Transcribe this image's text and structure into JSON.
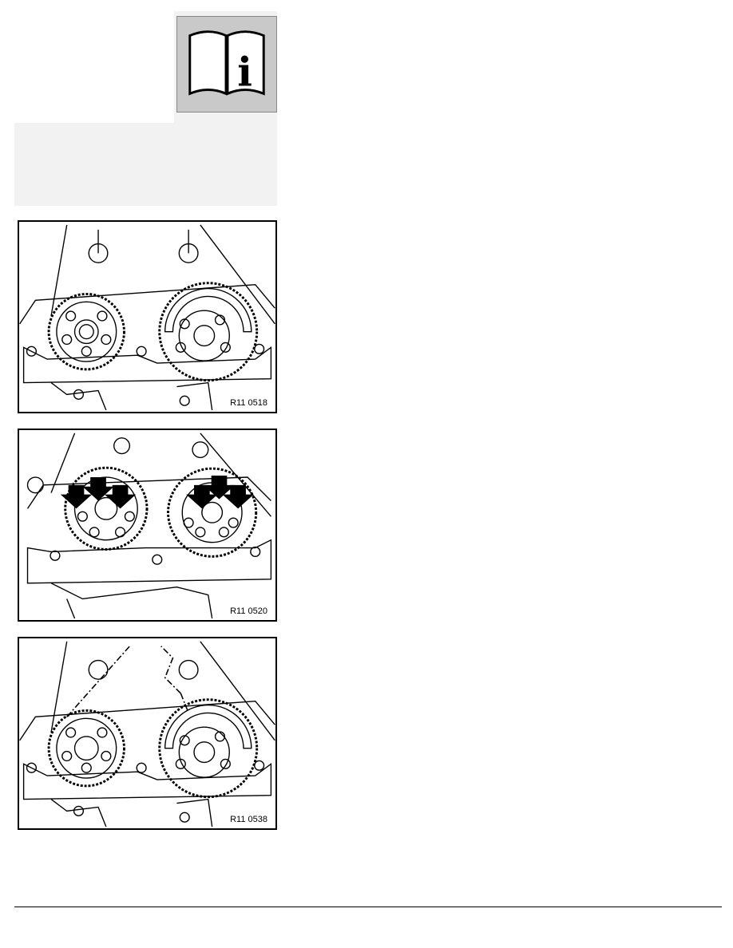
{
  "info_icon": {
    "name": "info-book-icon",
    "glyph": "i"
  },
  "figures": [
    {
      "label": "R11 0518"
    },
    {
      "label": "R11 0520"
    },
    {
      "label": "R11 0538"
    }
  ]
}
